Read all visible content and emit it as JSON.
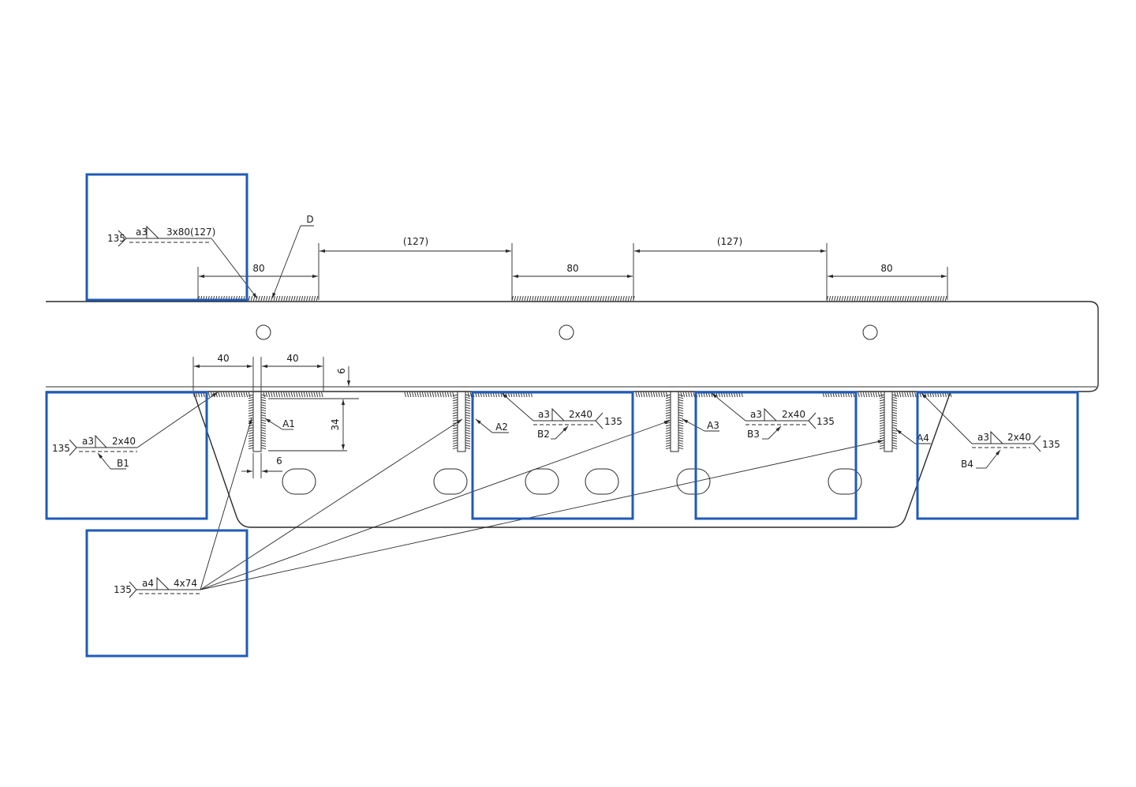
{
  "highlight_color": "#1f5bb8",
  "line_color": "#2a2a2a",
  "top_weld": {
    "process": "135",
    "throat": "a3",
    "spec": "3x80(127)",
    "detail_label": "D"
  },
  "top_dimensions": {
    "length_1": "80",
    "pitch_1": "(127)",
    "length_2": "80",
    "pitch_2": "(127)",
    "length_3": "80"
  },
  "bottom_dimensions": {
    "left_40": "40",
    "right_40": "40",
    "height_6": "6",
    "height_34": "34",
    "width_6": "6"
  },
  "fillet_welds": [
    {
      "process": "135",
      "throat": "a3",
      "spec": "2x40",
      "ref": "B1"
    },
    {
      "process": "135",
      "throat": "a3",
      "spec": "2x40",
      "ref": "B2"
    },
    {
      "process": "135",
      "throat": "a3",
      "spec": "2x40",
      "ref": "B3"
    },
    {
      "process": "135",
      "throat": "a3",
      "spec": "2x40",
      "ref": "B4"
    }
  ],
  "stiffener_refs": [
    "A1",
    "A2",
    "A3",
    "A4"
  ],
  "stiffener_weld": {
    "process": "135",
    "throat": "a4",
    "spec": "4x74"
  }
}
